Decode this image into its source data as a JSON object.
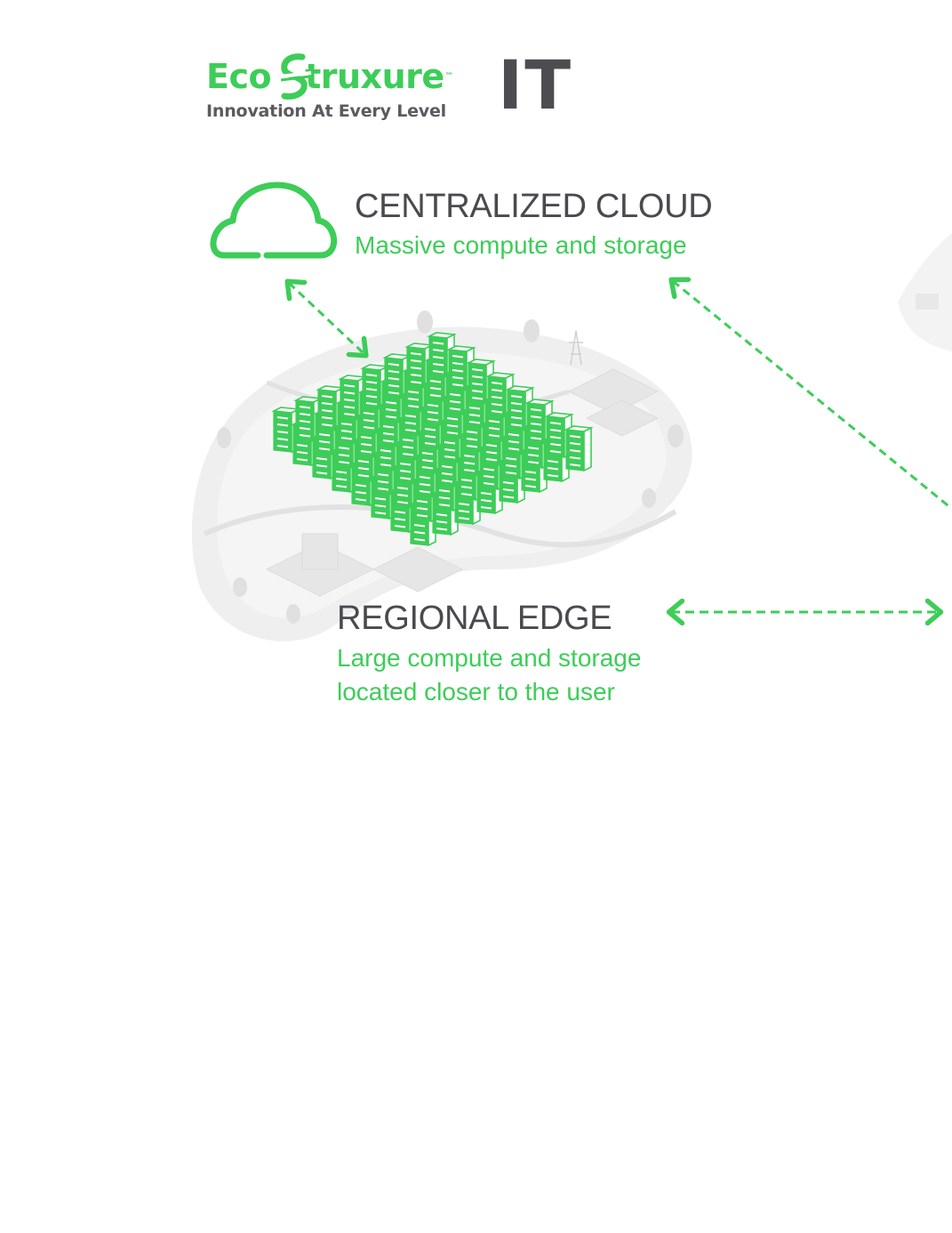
{
  "logo": {
    "brand_prefix": "Eco",
    "brand_suffix": "truxure",
    "trademark": "™",
    "tagline": "Innovation At Every Level",
    "product": "IT",
    "brand_color": "#3dcd58"
  },
  "cloud": {
    "title": "CENTRALIZED CLOUD",
    "subtitle": "Massive compute and storage",
    "icon": "cloud-icon"
  },
  "regional_edge": {
    "title": "REGIONAL EDGE",
    "subtitle_line1": "Large compute and storage",
    "subtitle_line2": "located closer to the user",
    "icon": "server-grid-icon"
  },
  "colors": {
    "accent": "#3dcd58",
    "title_text": "#4a4a4e",
    "background_art": "#ececec"
  }
}
